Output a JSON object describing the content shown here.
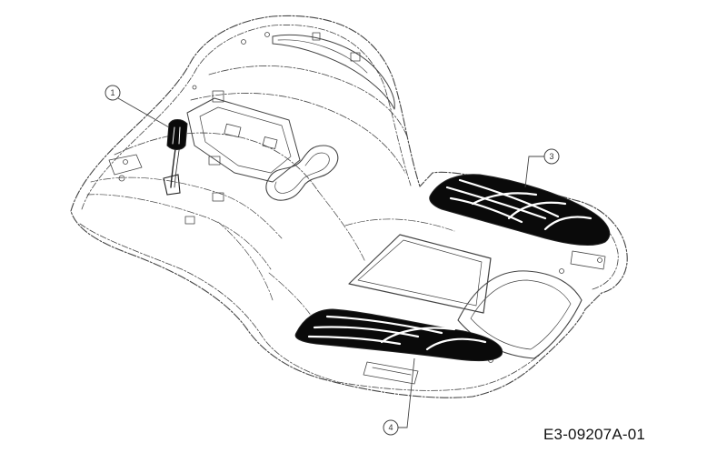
{
  "callouts": [
    {
      "id": "1",
      "label": "1"
    },
    {
      "id": "3",
      "label": "3"
    },
    {
      "id": "4",
      "label": "4"
    }
  ],
  "reference_code": "E3-09207A-01",
  "colors": {
    "line": "#444444",
    "fill_dark": "#0a0a0a",
    "background": "#ffffff"
  }
}
